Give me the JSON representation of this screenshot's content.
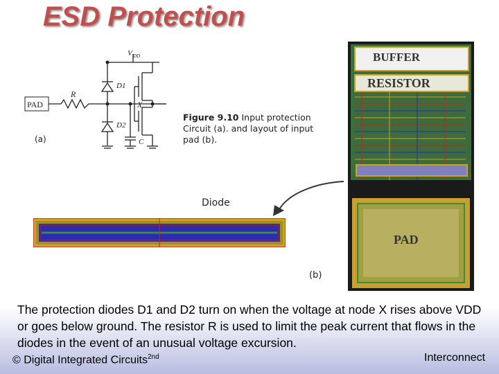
{
  "title": "ESD Protection",
  "schematic": {
    "vdd_label": "V",
    "vdd_sub": "DD",
    "pad_label": "PAD",
    "r_label": "R",
    "d1_label": "D1",
    "d2_label": "D2",
    "x_label": "X",
    "c_label": "C",
    "sub_a": "(a)"
  },
  "figure_caption": {
    "line1_bold": "Figure 9.10",
    "line1_rest": " Input protection",
    "line2": "Circuit (a). and layout of input",
    "line3": "pad (b)."
  },
  "diode_label": "Diode",
  "layout": {
    "buffer_label": "BUFFER",
    "resistor_label": "RESISTOR",
    "pad_label": "PAD",
    "sub_b": "(b)"
  },
  "body_text": "The protection diodes D1 and D2 turn on when the voltage at node X rises above VDD or goes below ground. The resistor R is used to limit the peak current that flows in the diodes in the event of an unusual voltage excursion.",
  "footer": {
    "left": "© Digital Integrated Circuits",
    "left_sup": "2nd",
    "right": "Interconnect"
  },
  "colors": {
    "title": "#c0504d",
    "layout_metal": "#d4a017",
    "layout_green": "#3c8c3c",
    "layout_blue": "#2a2ab4",
    "layout_red": "#cc2020"
  }
}
